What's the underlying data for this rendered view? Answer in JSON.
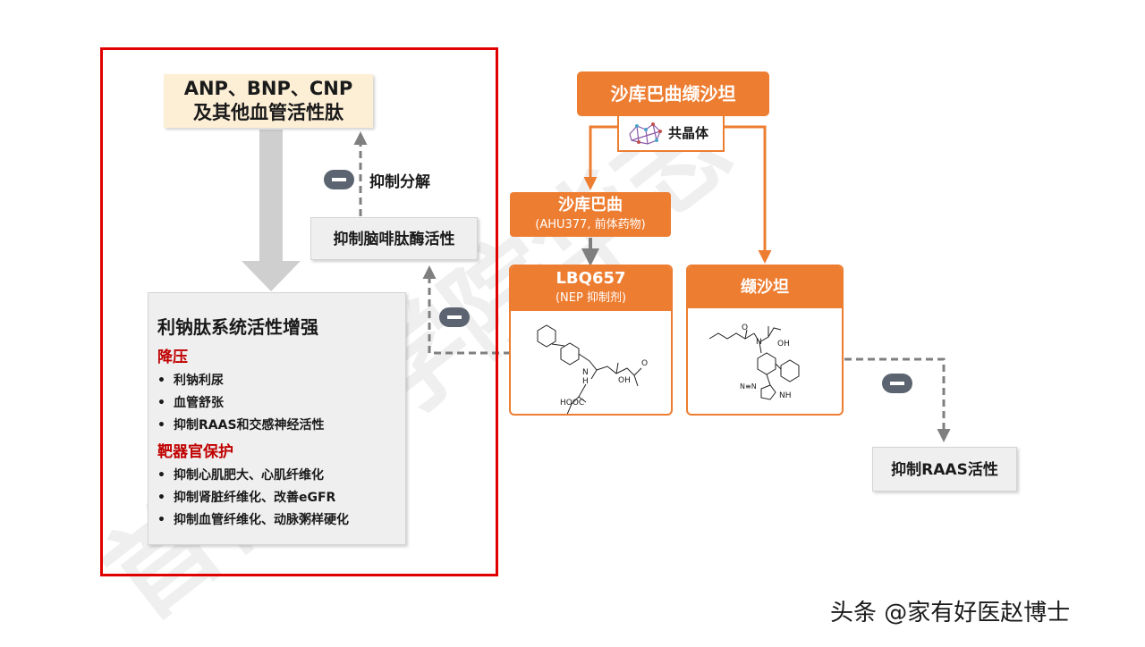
{
  "watermark": "首都医学院华志",
  "left_panel": {
    "peptides": {
      "line1": "ANP、BNP、CNP",
      "line2": "及其他血管活性肽"
    },
    "inhibit_degradation_label": "抑制分解",
    "inhibit_nep_label": "抑制脑啡肽酶活性",
    "natriuretic": {
      "title": "利钠肽系统活性增强",
      "section1": "降压",
      "section1_items": [
        "利钠利尿",
        "血管舒张",
        "抑制RAAS和交感神经活性"
      ],
      "section2": "靶器官保护",
      "section2_items": [
        "抑制心肌肥大、心肌纤维化",
        "抑制肾脏纤维化、改善eGFR",
        "抑制血管纤维化、动脉粥样硬化"
      ],
      "bullet": "•"
    }
  },
  "right_panel": {
    "drug": "沙库巴曲缬沙坦",
    "cocrystal": "共晶体",
    "sacubitril": {
      "name": "沙库巴曲",
      "sub": "(AHU377, 前体药物)"
    },
    "lbq": {
      "name": "LBQ657",
      "sub": "(NEP 抑制剂)"
    },
    "valsartan": {
      "name": "缬沙坦"
    },
    "inhibit_raas": "抑制RAAS活性",
    "structure_labels": {
      "lbq_oh": "OH",
      "lbq_o": "O",
      "lbq_nh": "N",
      "lbq_h": "H",
      "lbq_hooc": "HOOC",
      "val_n": "N",
      "val_oh": "OH",
      "val_o": "O",
      "val_nh": "NH",
      "val_nn": "N≡N"
    }
  },
  "footer": "头条 @家有好医赵博士",
  "colors": {
    "orange": "#ed7d31",
    "red_frame": "#e00000",
    "subhead_red": "#c00000",
    "arrow_grey": "#7f7f7f",
    "minus_grey": "#5b6470"
  }
}
